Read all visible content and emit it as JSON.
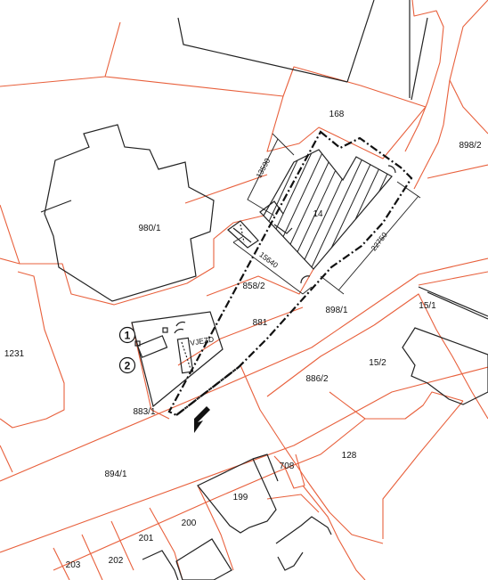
{
  "parcels": {
    "p168": "168",
    "p898_2": "898/2",
    "p980_1": "980/1",
    "p14": "14",
    "p858_2": "858/2",
    "p881": "881",
    "p898_1": "898/1",
    "p15_1": "15/1",
    "p1231": "1231",
    "p15_2": "15/2",
    "p886_2": "886/2",
    "p883_1": "883/1",
    "p128": "128",
    "p708": "708",
    "p894_1": "894/1",
    "p199": "199",
    "p200": "200",
    "p201": "201",
    "p202": "202",
    "p203": "203"
  },
  "dimensions": {
    "d13590": "13590",
    "d15640": "15640",
    "d22750": "22750"
  },
  "markers": {
    "m1": "1",
    "m2": "2",
    "entrance": "VJEZD"
  },
  "colors": {
    "parcel_line": "#e8603c",
    "building_line": "#222222",
    "site_boundary": "#111111"
  },
  "icons": {
    "north_arrow": "access-arrow-icon"
  }
}
